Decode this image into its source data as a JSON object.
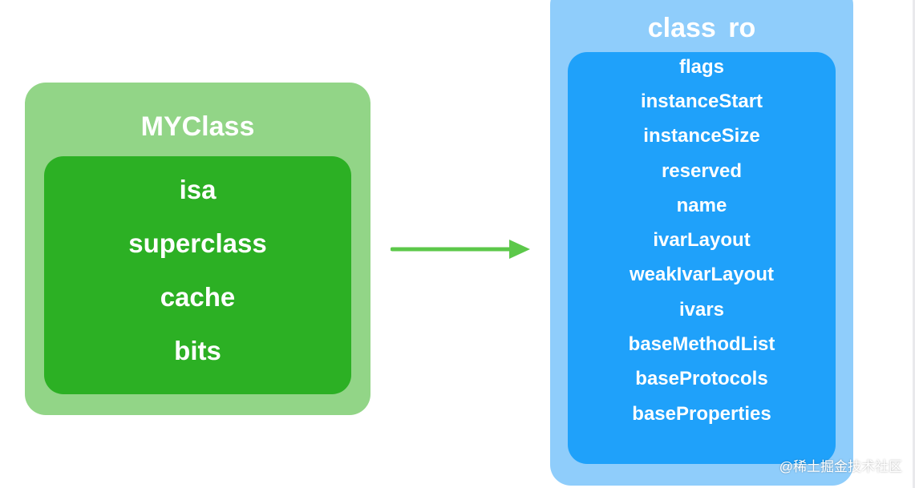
{
  "left_box": {
    "title": "MYClass",
    "fields": [
      "isa",
      "superclass",
      "cache",
      "bits"
    ]
  },
  "right_box": {
    "title": "class  ro",
    "fields": [
      "flags",
      "instanceStart",
      "instanceSize",
      "reserved",
      "name",
      "ivarLayout",
      "weakIvarLayout",
      "ivars",
      "baseMethodList",
      "baseProtocols",
      "baseProperties"
    ]
  },
  "watermark": "@稀土掘金技术社区",
  "colors": {
    "outer_green": "#92d587",
    "inner_green": "#2cb024",
    "arrow": "#5cc84a",
    "outer_blue": "#8fcdfb",
    "inner_blue": "#1fa1fa"
  },
  "icons": {
    "arrow": "right-arrow-icon"
  }
}
